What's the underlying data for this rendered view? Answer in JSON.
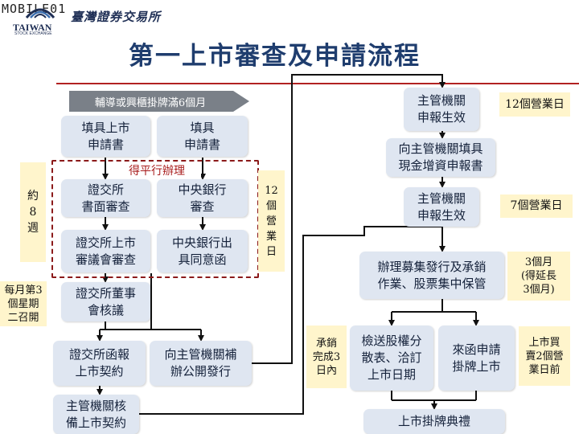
{
  "header": {
    "watermark": "MOBILE01",
    "logo_en": "TAIWAN",
    "logo_en_sub": "STOCK EXCHANGE",
    "org_name": "臺灣證券交易所",
    "title": "第一上市審查及申請流程"
  },
  "banner": "輔導或興櫃掛牌滿6個月",
  "parallel_label": "得平行辦理",
  "left_flow": {
    "fill_listing": "填具上市\n申請書",
    "fill_application": "填具\n申請書",
    "exchange_paper_review": "證交所\n書面審查",
    "central_bank_review": "中央銀行\n審查",
    "exchange_listing_committee": "證交所上市\n審議會審查",
    "central_bank_consent": "中央銀行出\n具同意函",
    "exchange_board_approval": "證交所董事\n會核議",
    "exchange_contract_report": "證交所函報\n上市契約",
    "supplement_public_offering": "向主管機關補\n辦公開發行",
    "authority_contract_approval": "主管機關核\n備上市契約"
  },
  "right_flow": {
    "report_effective_1": "主管機關\n申報生效",
    "cash_capital_filing": "向主管機關填具\n現金增資申報書",
    "report_effective_2": "主管機關\n申報生效",
    "underwriting_custody": "辦理募集發行及承銷\n作業、股票集中保管",
    "dispersion_report": "檢送股權分\n散表、洽訂\n上市日期",
    "apply_listing": "來函申請\n掛牌上市",
    "listing_ceremony": "上市掛牌典禮"
  },
  "notes": {
    "about_8_weeks": "約\n8\n週",
    "twelve_business_days_vertical": "12\n個\n營\n業\n日",
    "monthly_meeting": "每月第3\n個星期\n二召開",
    "twelve_business_days": "12個營業日",
    "seven_business_days": "7個營業日",
    "three_months": "3個月\n(得延長\n3個月)",
    "within_3_days": "承銷\n完成3\n日內",
    "two_days_before": "上市買\n賣2個營\n業日前"
  },
  "colors": {
    "box_fill": "#dfe6f1",
    "note_fill": "#fff5cc",
    "title": "#1f3d6e",
    "accent_red": "#b22222",
    "banner_fill": "#7a8088",
    "connector": "#111111"
  }
}
